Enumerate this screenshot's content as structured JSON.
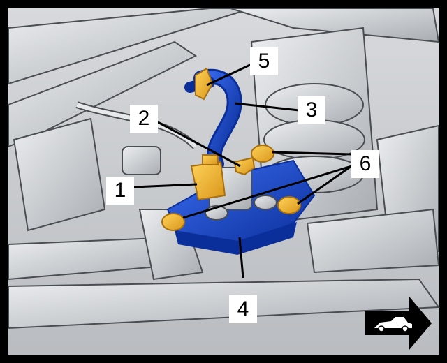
{
  "diagram": {
    "callouts": [
      {
        "key": "c1",
        "label": "1"
      },
      {
        "key": "c2",
        "label": "2"
      },
      {
        "key": "c3",
        "label": "3"
      },
      {
        "key": "c4",
        "label": "4"
      },
      {
        "key": "c5",
        "label": "5"
      },
      {
        "key": "c6",
        "label": "6"
      }
    ],
    "direction_icon": "car-forward-arrow-icon",
    "colors": {
      "frame": "#000000",
      "hose_blue": "#1446c8",
      "clamp_yellow": "#f2b422",
      "part_gray": "#c9cbcf",
      "line_gray": "#4a4d52"
    }
  }
}
